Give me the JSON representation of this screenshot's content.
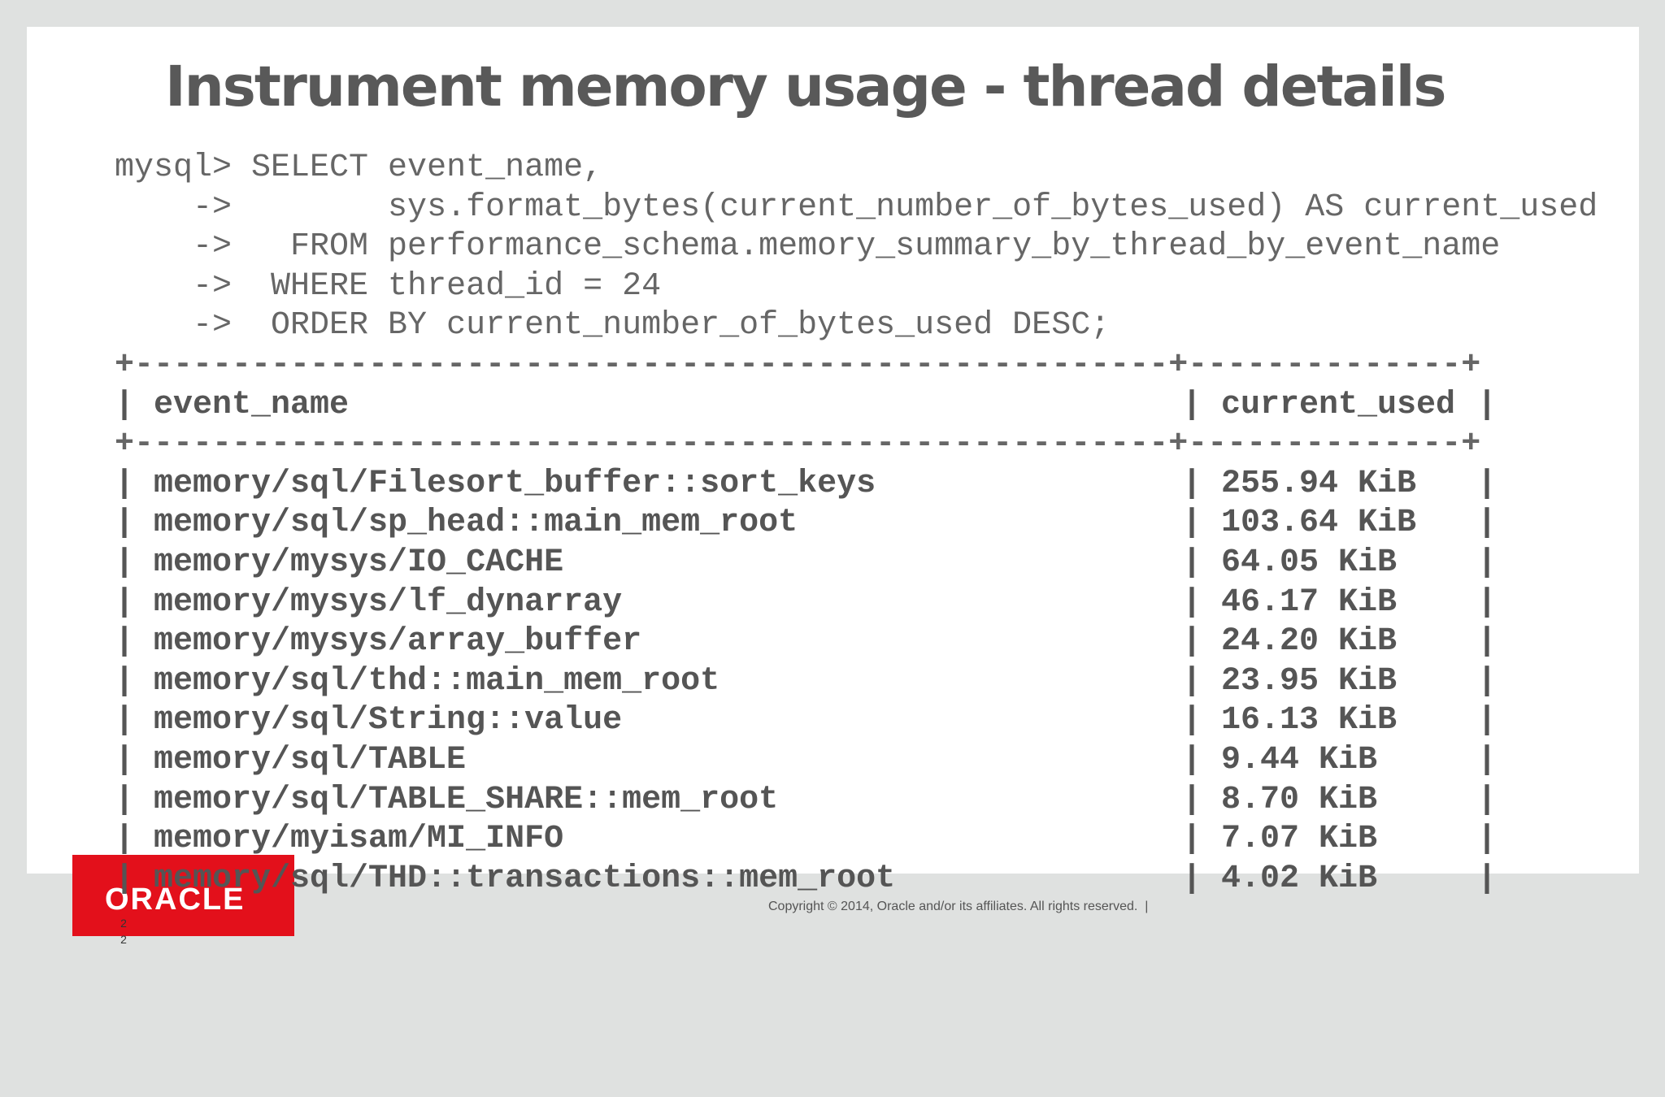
{
  "slide": {
    "title": "Instrument memory usage - thread details",
    "query_lines": [
      "mysql> SELECT event_name,",
      "    ->        sys.format_bytes(current_number_of_bytes_used) AS current_used",
      "    ->   FROM performance_schema.memory_summary_by_thread_by_event_name",
      "    ->  WHERE thread_id = 24",
      "    ->  ORDER BY current_number_of_bytes_used DESC;"
    ],
    "table": {
      "border_line": "+-----------------------------------------------------+--------------+",
      "headers": [
        "event_name",
        "current_used"
      ],
      "pipe": "|",
      "rows": [
        {
          "event_name": "memory/sql/Filesort_buffer::sort_keys",
          "current_used": "255.94 KiB"
        },
        {
          "event_name": "memory/sql/sp_head::main_mem_root",
          "current_used": "103.64 KiB"
        },
        {
          "event_name": "memory/mysys/IO_CACHE",
          "current_used": "64.05 KiB"
        },
        {
          "event_name": "memory/mysys/lf_dynarray",
          "current_used": "46.17 KiB"
        },
        {
          "event_name": "memory/mysys/array_buffer",
          "current_used": "24.20 KiB"
        },
        {
          "event_name": "memory/sql/thd::main_mem_root",
          "current_used": "23.95 KiB"
        },
        {
          "event_name": "memory/sql/String::value",
          "current_used": "16.13 KiB"
        },
        {
          "event_name": "memory/sql/TABLE",
          "current_used": "9.44 KiB"
        },
        {
          "event_name": "memory/sql/TABLE_SHARE::mem_root",
          "current_used": "8.70 KiB"
        },
        {
          "event_name": "memory/myisam/MI_INFO",
          "current_used": "7.07 KiB"
        },
        {
          "event_name": "memory/sql/THD::transactions::mem_root",
          "current_used": "4.02 KiB"
        }
      ]
    }
  },
  "footer": {
    "logo_text": "ORACLE",
    "page_number": "22",
    "copyright": "Copyright © 2014, Oracle and/or its affiliates. All rights reserved.  |",
    "logo_color": "#e3101b"
  }
}
